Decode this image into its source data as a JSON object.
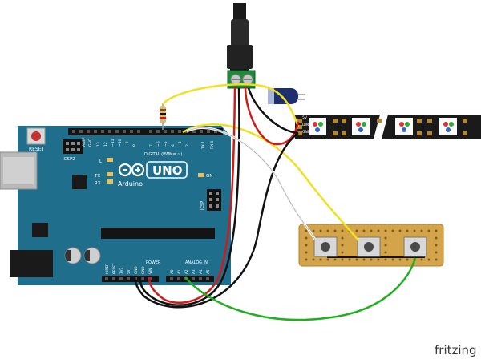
{
  "board": {
    "reset_label": "RESET",
    "icsp2_label": "ICSP2",
    "icsp_label": "ICSP",
    "brand_label": "Arduino",
    "model_label": "UNO",
    "tx_label": "TX",
    "rx_label": "RX",
    "l_label": "L",
    "on_label": "ON",
    "aref_label": "AREF",
    "gnd_label": "GND",
    "digital_pin_labels": [
      "13",
      "12",
      "~11",
      "~10",
      "~9",
      "8",
      "7",
      "~6",
      "~5",
      "4",
      "~3",
      "2",
      "TX 1",
      "RX 0"
    ],
    "digital_label": "DIGITAL (PWM= ~)",
    "power_label": "POWER",
    "analog_label": "ANALOG IN",
    "power_pin_labels": [
      "IOREF",
      "RESET",
      "3V3",
      "5V",
      "GND",
      "GND",
      "VIN"
    ],
    "analog_pin_labels": [
      "A0",
      "A1",
      "A2",
      "A3",
      "A4",
      "A5"
    ]
  },
  "led_strip": {
    "pin_labels": [
      "5V",
      "DIN",
      "GND"
    ]
  },
  "colors": {
    "board": "#1e6e8c",
    "strip": "#1a1a1a",
    "perfboard": "#d4a44a",
    "wire_red": "#d11a1a",
    "wire_black": "#111111",
    "wire_white": "#f4f4f4",
    "wire_yellow": "#f0e020",
    "wire_green": "#22b022"
  },
  "footer": {
    "brand": "fritzing"
  }
}
